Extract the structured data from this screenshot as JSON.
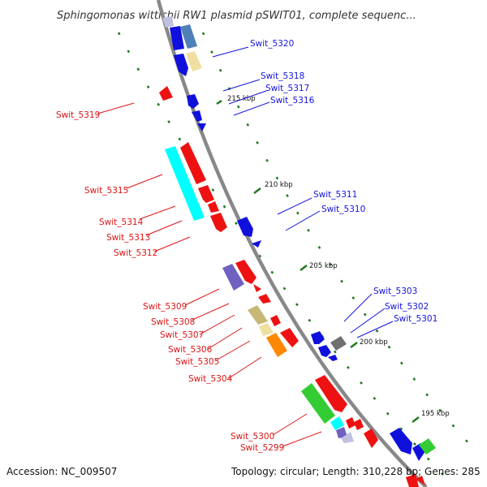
{
  "title": "Sphingomonas wittichii RW1 plasmid pSWIT01, complete sequenc...",
  "footer": {
    "accession": "Accession: NC_009507",
    "summary": "Topology: circular; Length: 310,228 bp; Genes: 285"
  },
  "ticks": [
    "215 kbp",
    "210 kbp",
    "205 kbp",
    "200 kbp",
    "195 kbp"
  ],
  "forward_labels": [
    "Swit_5320",
    "Swit_5318",
    "Swit_5317",
    "Swit_5316",
    "Swit_5311",
    "Swit_5310",
    "Swit_5303",
    "Swit_5302",
    "Swit_5301"
  ],
  "reverse_labels": [
    "Swit_5319",
    "Swit_5315",
    "Swit_5314",
    "Swit_5313",
    "Swit_5312",
    "Swit_5309",
    "Swit_5308",
    "Swit_5307",
    "Swit_5306",
    "Swit_5305",
    "Swit_5304",
    "Swit_5300",
    "Swit_5299"
  ],
  "colors": {
    "backbone": "#888888",
    "forward_gene": "#1010dd",
    "reverse_gene": "#ee1111",
    "forward_label": "#1414dd",
    "reverse_label": "#dd1414",
    "tick": "#1e7a1e",
    "cyan": "#00ffff",
    "green": "#33cc33",
    "orange": "#ff8800",
    "khaki": "#c8b878",
    "pale_yellow": "#f0e0a0",
    "steel_blue": "#5080b8",
    "slate": "#7060c0",
    "gray": "#707070",
    "lavender": "#c0c0e0"
  }
}
